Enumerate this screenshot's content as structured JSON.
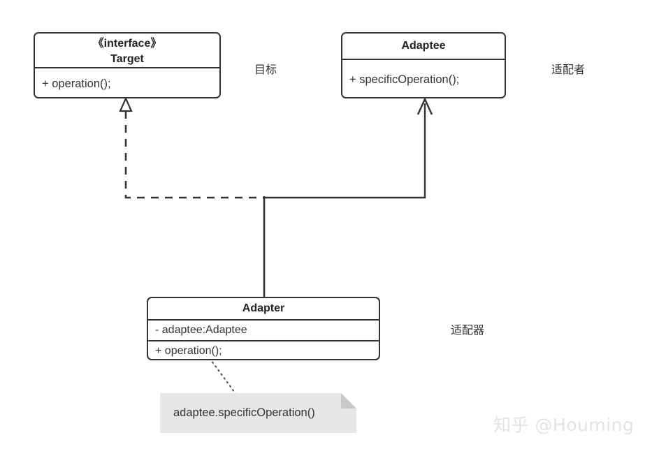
{
  "diagram": {
    "title": "Adapter Pattern UML Class Diagram",
    "classes": {
      "target": {
        "stereotype": "《interface》",
        "name": "Target",
        "header_text": "《interface》\nTarget",
        "members": [
          "+ operation();"
        ]
      },
      "adaptee": {
        "name": "Adaptee",
        "header_text": "Adaptee",
        "members": [
          "+ specificOperation();"
        ]
      },
      "adapter": {
        "name": "Adapter",
        "header_text": "Adapter",
        "attributes": [
          "- adaptee:Adaptee"
        ],
        "methods": [
          "+ operation();"
        ]
      }
    },
    "note": {
      "text": "adaptee.specificOperation()"
    },
    "labels": {
      "target_role": "目标",
      "adaptee_role": "适配者",
      "adapter_role": "适配器"
    },
    "relationships": [
      {
        "from": "Adapter",
        "to": "Target",
        "type": "realization",
        "line_style": "dashed",
        "arrowhead": "hollow-triangle"
      },
      {
        "from": "Adapter",
        "to": "Adaptee",
        "type": "association",
        "line_style": "solid",
        "arrowhead": "open-arrow"
      },
      {
        "from": "Adapter.operation",
        "to": "note",
        "type": "note-anchor",
        "line_style": "dotted",
        "arrowhead": "none"
      }
    ],
    "colors": {
      "stroke": "#333333",
      "class_fill": "#ffffff",
      "note_fill": "#e6e6e6",
      "note_fold": "#c9c9c9",
      "text": "#333333",
      "watermark": "#e3e3e3"
    }
  },
  "watermark": {
    "text": "知乎 @Houming"
  }
}
